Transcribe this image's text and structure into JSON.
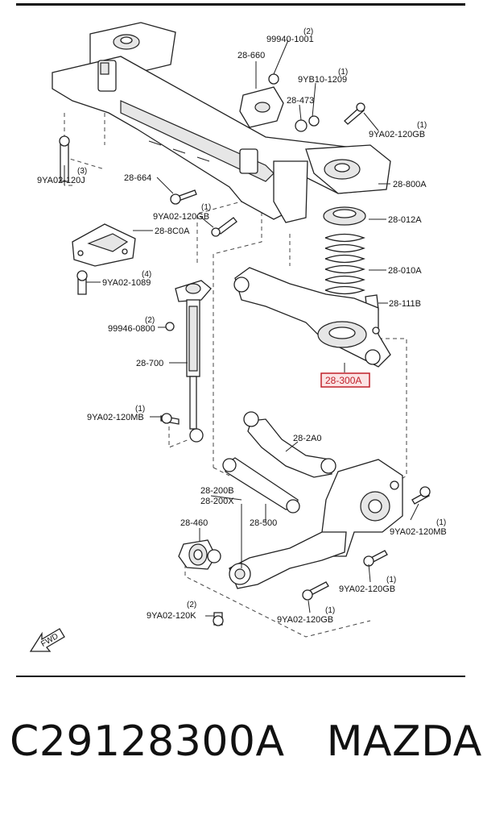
{
  "labels": {
    "l_99940": "99940-1001",
    "l_28660": "28-660",
    "l_9yb10": "9YB10-1209",
    "l_28473": "28-473",
    "l_9ya02_120gb_top": "9YA02-120GB",
    "l_9ya02_120j": "9YA02-120J",
    "l_28664": "28-664",
    "l_28800a": "28-800A",
    "l_9ya02_120gb_mid": "9YA02-120GB",
    "l_28012a": "28-012A",
    "l_288c0a": "28-8C0A",
    "l_28010a": "28-010A",
    "l_9ya02_1089": "9YA02-1089",
    "l_28111b": "28-111B",
    "l_99946": "99946-0800",
    "l_28700": "28-700",
    "l_28300a": "28-300A",
    "l_9ya02_120mb_left": "9YA02-120MB",
    "l_282a0": "28-2A0",
    "l_28200b": "28-200B",
    "l_28200x": "28-200X",
    "l_28500": "28-500",
    "l_28460": "28-460",
    "l_9ya02_120mb_right": "9YA02-120MB",
    "l_9ya02_120gb_low": "9YA02-120GB",
    "l_9ya02_120k": "9YA02-120K",
    "l_9ya02_120gb_bottom": "9YA02-120GB"
  },
  "quantities": {
    "q_99940": "(2)",
    "q_9yb10": "(1)",
    "q_9ya02_120gb_top": "(1)",
    "q_9ya02_120j": "(3)",
    "q_9ya02_120gb_mid": "(1)",
    "q_9ya02_1089": "(4)",
    "q_99946": "(2)",
    "q_9ya02_120mb_left": "(1)",
    "q_9ya02_120mb_right": "(1)",
    "q_9ya02_120gb_low": "(1)",
    "q_9ya02_120k": "(2)",
    "q_9ya02_120gb_bottom": "(1)"
  },
  "fwd_label": "FWD",
  "footer": {
    "part_number": "C29128300A",
    "brand": "MAZDA"
  },
  "colors": {
    "highlight": "#c0202a",
    "highlight_fill": "#fbe3e4",
    "rule": "#111111"
  }
}
